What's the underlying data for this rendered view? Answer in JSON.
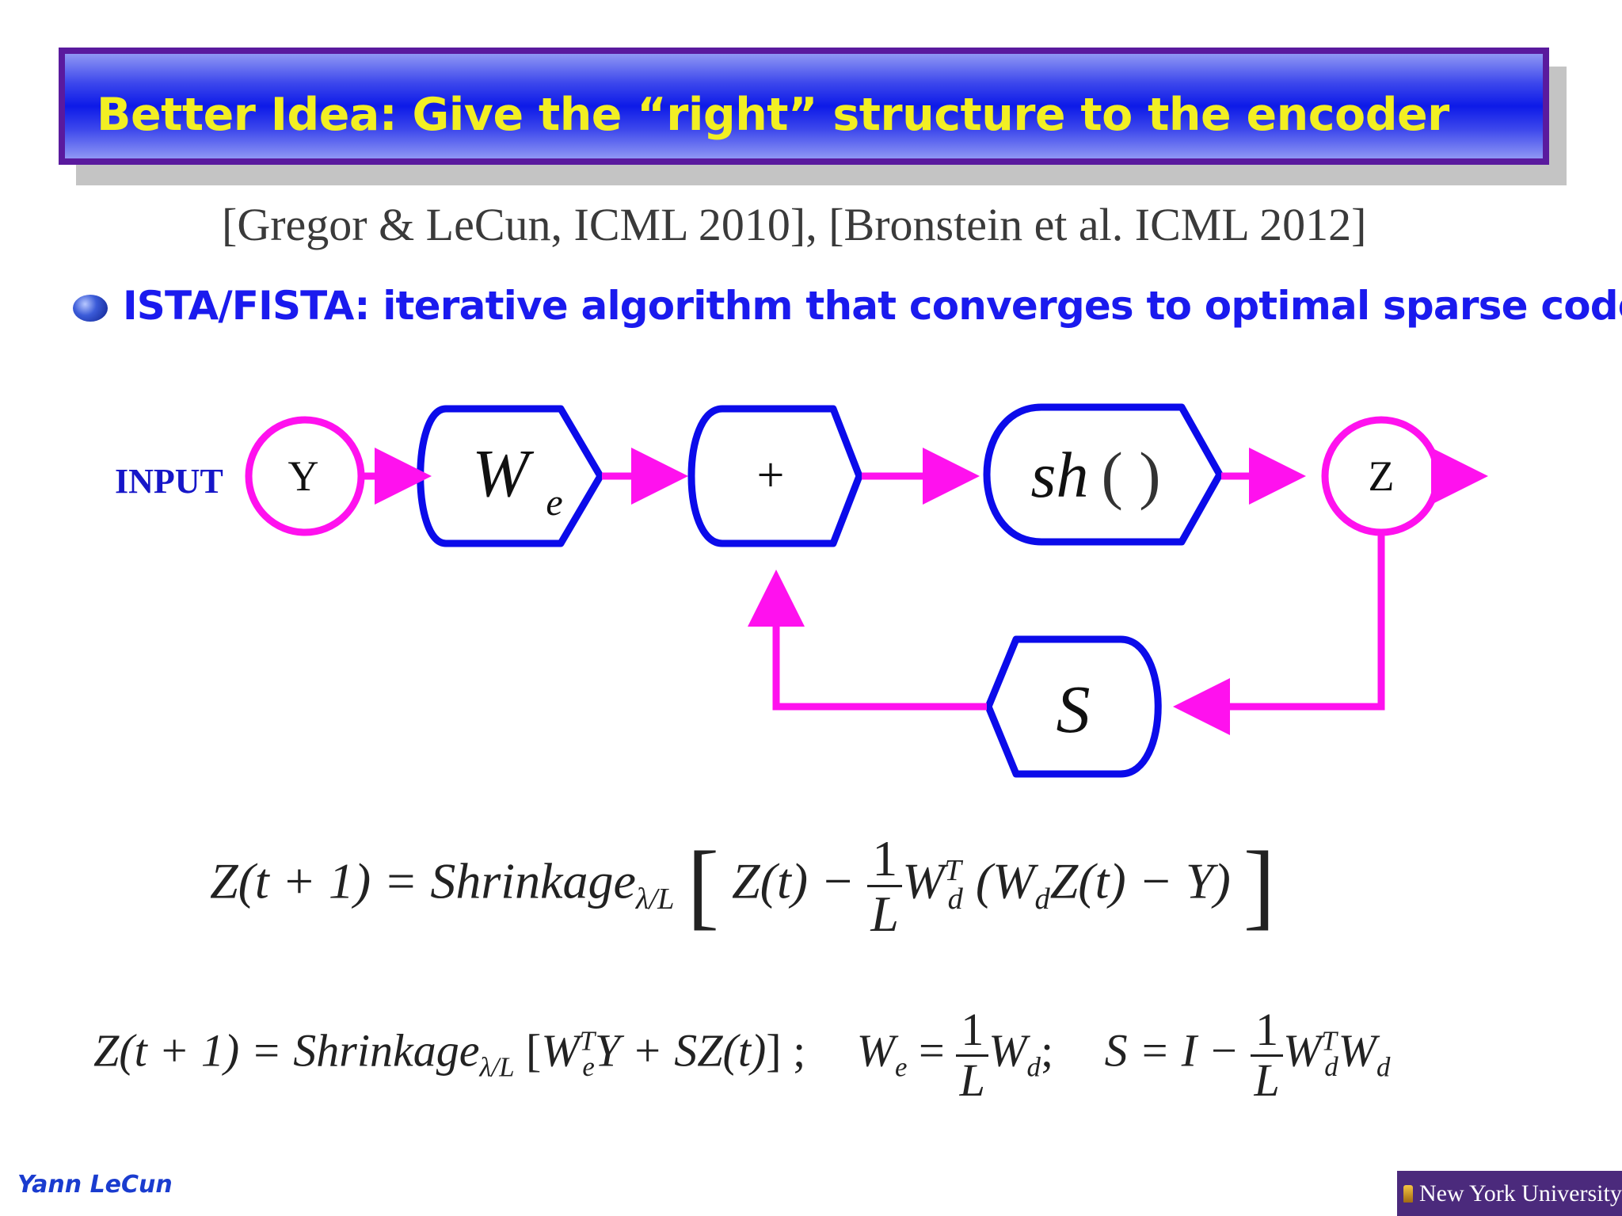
{
  "slide": {
    "title": "Better Idea: Give the “right” structure to the encoder",
    "citation": "[Gregor & LeCun, ICML 2010], [Bronstein et al. ICML 2012]",
    "bullet": "ISTA/FISTA: iterative algorithm that converges to optimal sparse code"
  },
  "diagram": {
    "input_label": "INPUT",
    "nodes": {
      "y": "Y",
      "we_main": "W",
      "we_sub": "e",
      "plus": "+",
      "sh": "sh",
      "sh_parens": "( )",
      "z": "Z",
      "s": "S"
    },
    "colors": {
      "arrows": "#ff11ee",
      "boxes": "#0b0bea"
    }
  },
  "equations": {
    "eq1": {
      "lhs": "Z(t + 1) = Shrinkage",
      "sub": "λ/L",
      "body_a": "Z(t) −",
      "frac_num": "1",
      "frac_den": "L",
      "body_b": "W",
      "body_b_sup": "T",
      "body_b_sub": "d",
      "body_c": "(W",
      "body_c_sub": "d",
      "body_d": "Z(t) − Y)"
    },
    "eq2": {
      "lhs": "Z(t + 1) = Shrinkage",
      "sub": "λ/L",
      "inner_a": "W",
      "inner_a_sup": "T",
      "inner_a_sub": "e",
      "inner_b": "Y + SZ(t)",
      "sep": ";",
      "we_lhs": "W",
      "we_lhs_sub": "e",
      "we_eq": "=",
      "we_num": "1",
      "we_den": "L",
      "we_rhs": "W",
      "we_rhs_sub": "d",
      "we_end": ";",
      "s_lhs": "S = I −",
      "s_num": "1",
      "s_den": "L",
      "s_rhs_a": "W",
      "s_rhs_a_sup": "T",
      "s_rhs_a_sub": "d",
      "s_rhs_b": "W",
      "s_rhs_b_sub": "d"
    }
  },
  "footer": {
    "author": "Yann LeCun",
    "institution": "New York University"
  }
}
